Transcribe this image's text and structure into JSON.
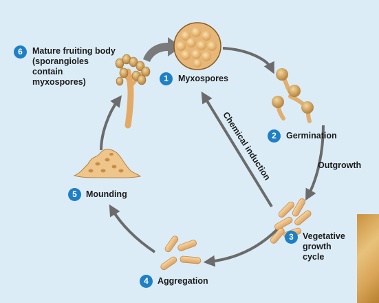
{
  "stages": [
    {
      "number": "1",
      "label": "Myxospores"
    },
    {
      "number": "2",
      "label": "Germination"
    },
    {
      "number": "3",
      "label_lines": [
        "Vegetative",
        "growth",
        "cycle"
      ]
    },
    {
      "number": "4",
      "label": "Aggregation"
    },
    {
      "number": "5",
      "label": "Mounding"
    },
    {
      "number": "6",
      "label_lines": [
        "Mature fruiting body",
        "(sporangioles",
        "contain",
        "myxospores)"
      ]
    }
  ],
  "transitions": {
    "outgrowth": "Outgrowth",
    "chemical_induction": "Chemical induction"
  },
  "colors": {
    "background": "#dcecf6",
    "badge": "#1f7fc4",
    "arrow": "#6b6b6b",
    "cell": "#e8b878"
  }
}
